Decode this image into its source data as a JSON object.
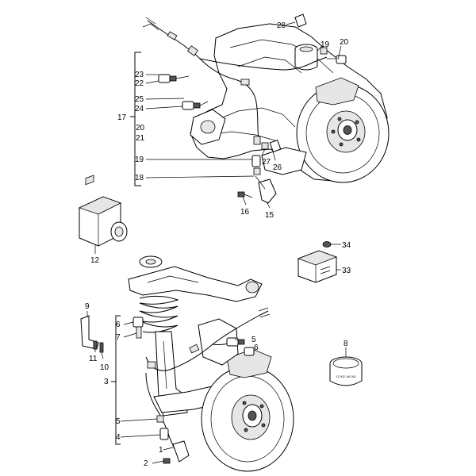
{
  "callouts": [
    {
      "id": "c28",
      "label": "28"
    },
    {
      "id": "c19b",
      "label": "19"
    },
    {
      "id": "c20b",
      "label": "20"
    },
    {
      "id": "c23",
      "label": "23"
    },
    {
      "id": "c22",
      "label": "22"
    },
    {
      "id": "c25",
      "label": "25"
    },
    {
      "id": "c24",
      "label": "24"
    },
    {
      "id": "c17",
      "label": "17"
    },
    {
      "id": "c20",
      "label": "20"
    },
    {
      "id": "c21",
      "label": "21"
    },
    {
      "id": "c19",
      "label": "19"
    },
    {
      "id": "c27",
      "label": "27"
    },
    {
      "id": "c26",
      "label": "26"
    },
    {
      "id": "c18",
      "label": "18"
    },
    {
      "id": "c16",
      "label": "16"
    },
    {
      "id": "c15",
      "label": "15"
    },
    {
      "id": "c12",
      "label": "12"
    },
    {
      "id": "c34",
      "label": "34"
    },
    {
      "id": "c33",
      "label": "33"
    },
    {
      "id": "c9",
      "label": "9"
    },
    {
      "id": "c6",
      "label": "6"
    },
    {
      "id": "c7",
      "label": "7"
    },
    {
      "id": "c11",
      "label": "11"
    },
    {
      "id": "c10",
      "label": "10"
    },
    {
      "id": "c5b",
      "label": "5"
    },
    {
      "id": "c6b",
      "label": "6"
    },
    {
      "id": "c8",
      "label": "8"
    },
    {
      "id": "c3",
      "label": "3"
    },
    {
      "id": "c5",
      "label": "5"
    },
    {
      "id": "c4",
      "label": "4"
    },
    {
      "id": "c1",
      "label": "1"
    },
    {
      "id": "c2",
      "label": "2"
    }
  ],
  "ring_marking": "G 002 140 A3"
}
